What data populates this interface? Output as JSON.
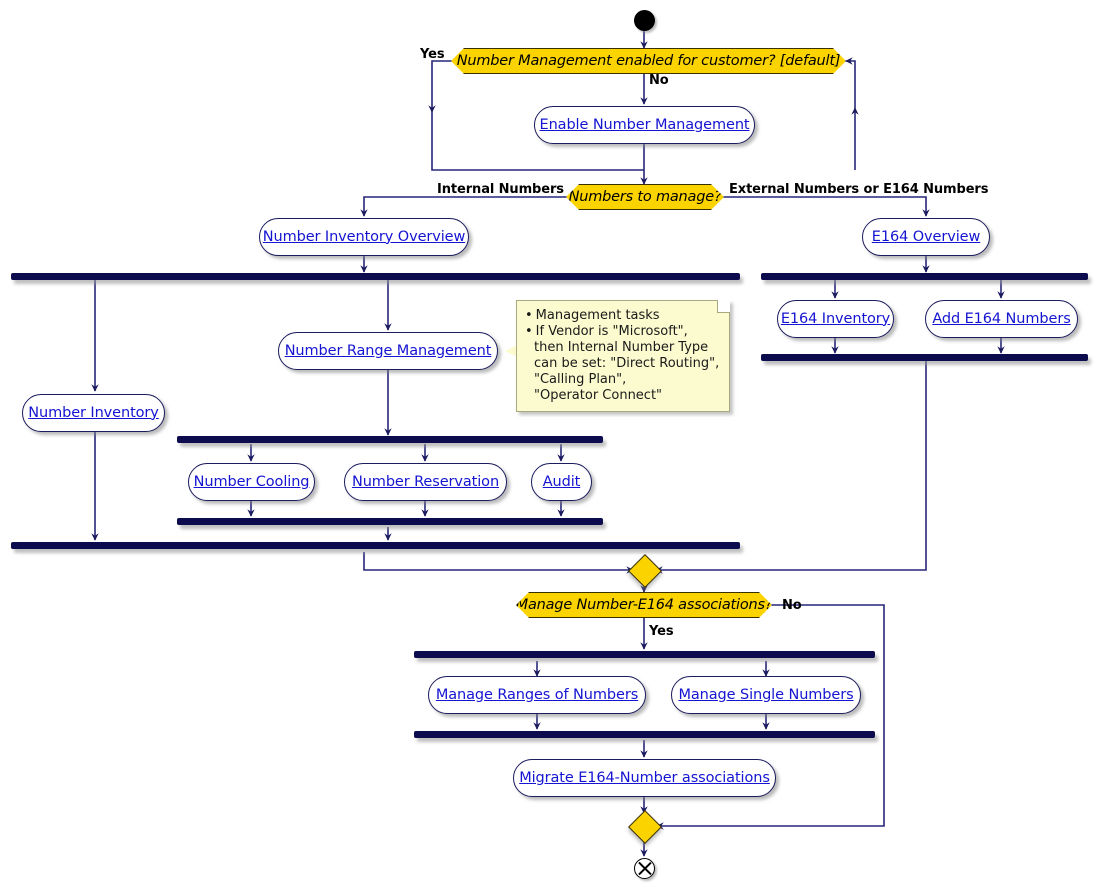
{
  "diagram": {
    "title": "Number Management Activity Diagram",
    "colors": {
      "decision_fill": "#FBD400",
      "node_border": "#1b1b5e",
      "node_text": "#1414d2",
      "bar": "#0b0b4d",
      "note_fill": "#FBFBCF"
    }
  },
  "nodes": {
    "start": "start-node",
    "decision_enabled": "Number Management enabled for customer? [default]",
    "enable_number_management": "Enable Number Management",
    "decision_numbers": "Numbers to manage?",
    "number_inventory_overview": "Number Inventory Overview",
    "e164_overview": "E164 Overview",
    "number_inventory": "Number Inventory",
    "number_range_management": "Number Range Management",
    "number_cooling": "Number Cooling",
    "number_reservation": "Number Reservation",
    "audit": "Audit",
    "e164_inventory": "E164 Inventory",
    "add_e164_numbers": "Add E164 Numbers",
    "decision_associations": "Manage Number-E164 associations?",
    "manage_ranges_of_numbers": "Manage Ranges of Numbers",
    "manage_single_numbers": "Manage Single Numbers",
    "migrate_associations": "Migrate E164-Number associations",
    "end": "end-node"
  },
  "edge_labels": {
    "yes_enabled": "Yes",
    "no_enabled": "No",
    "internal_numbers": "Internal Numbers",
    "external_numbers": "External Numbers or E164 Numbers",
    "no_associations": "No",
    "yes_associations": "Yes"
  },
  "note": {
    "lines": [
      {
        "bullet": true,
        "text": "Management tasks"
      },
      {
        "bullet": true,
        "text": "If Vendor is \"Microsoft\","
      },
      {
        "bullet": false,
        "text": "then Internal Number Type"
      },
      {
        "bullet": false,
        "text": "can be set: \"Direct Routing\","
      },
      {
        "bullet": false,
        "text": "\"Calling Plan\","
      },
      {
        "bullet": false,
        "text": "\"Operator Connect\""
      }
    ]
  }
}
